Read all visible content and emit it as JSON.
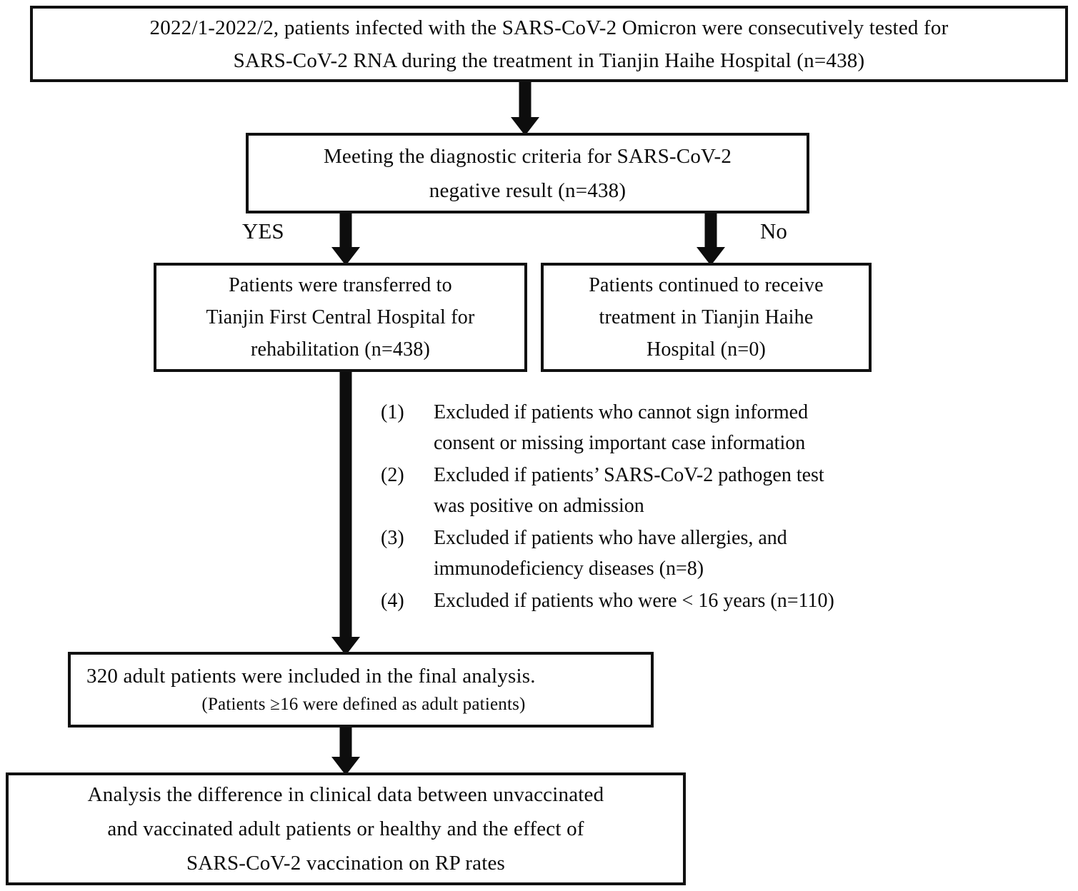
{
  "figure": {
    "type": "flowchart",
    "title": "Patient selection flow diagram"
  },
  "nodes": {
    "source": {
      "id": "source-cohort-box",
      "lines": [
        "2022/1-2022/2, patients  infected  with  the  SARS-CoV-2  Omicron  were  consecutively  tested  for",
        "SARS-CoV-2 RNA during  the  treatment  in  Tianjin  Haihe  Hospital  (n=438)"
      ],
      "n": 438
    },
    "criteria": {
      "id": "diagnostic-criteria-box",
      "lines": [
        "Meeting  the  diagnostic  criteria  for  SARS-CoV-2",
        "negative  result  (n=438)"
      ],
      "n": 438
    },
    "yes_outcome": {
      "id": "transferred-box",
      "lines": [
        "Patients  were  transferred  to",
        "Tianjin  First  Central  Hospital  for",
        "rehabilitation  (n=438)"
      ],
      "n": 438
    },
    "no_outcome": {
      "id": "continued-treatment-box",
      "lines": [
        "Patients  continued  to  receive",
        "treatment  in  Tianjin  Haihe",
        "Hospital  (n=0)"
      ],
      "n": 0
    },
    "included": {
      "id": "final-analysis-count-box",
      "main_line": "320 adult  patients  were  included  in  the  final  analysis.",
      "sub_line": "(Patients ≥16 were defined as  adult patients)",
      "n": 320
    },
    "analysis": {
      "id": "analysis-objective-box",
      "lines": [
        "Analysis  the  difference  in clinical  data between  unvaccinated",
        "and  vaccinated  adult  patients  or healthy  and the  effect  of",
        "SARS-CoV-2 vaccination  on RP rates"
      ]
    }
  },
  "branch_labels": {
    "yes": "YES",
    "no": "No"
  },
  "exclusions": {
    "items": [
      {
        "number": "(1)",
        "lines": [
          "Excluded  if patients  who  cannot  sign informed",
          "consent  or missing  important  case information"
        ]
      },
      {
        "number": "(2)",
        "lines": [
          "Excluded  if patients’  SARS-CoV-2 pathogen  test",
          "was positive  on admission"
        ]
      },
      {
        "number": "(3)",
        "lines": [
          "Excluded  if patients  who  have allergies,  and",
          "immunodeficiency  diseases  (n=8)"
        ],
        "n": 8
      },
      {
        "number": "(4)",
        "lines": [
          "Excluded  if patients  who were < 16 years (n=110)"
        ],
        "n": 110
      }
    ]
  },
  "colors": {
    "stroke": "#111111",
    "text": "#0a0a0a",
    "background": "#ffffff",
    "arrow": "#0d0d0d"
  }
}
